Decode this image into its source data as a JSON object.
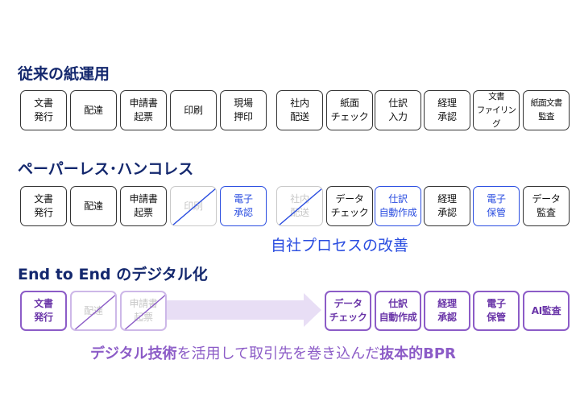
{
  "sections": [
    {
      "title": "従来の紙運用",
      "steps": [
        {
          "label": "文書\n発行"
        },
        {
          "label": "配達"
        },
        {
          "label": "申請書\n起票"
        },
        {
          "label": "印刷"
        },
        {
          "label": "現場\n押印"
        },
        {
          "label": "社内\n配送"
        },
        {
          "label": "紙面\nチェック"
        },
        {
          "label": "仕訳\n入力"
        },
        {
          "label": "経理\n承認"
        },
        {
          "label": "文書\nファイリング"
        },
        {
          "label": "紙面文書\n監査"
        }
      ]
    },
    {
      "title": "ペーパーレス･ハンコレス",
      "steps": [
        {
          "label": "文書\n発行"
        },
        {
          "label": "配達"
        },
        {
          "label": "申請書\n起票"
        },
        {
          "label": "印刷"
        },
        {
          "label": "電子\n承認"
        },
        {
          "label": "社内\n配送"
        },
        {
          "label": "データ\nチェック"
        },
        {
          "label": "仕訳\n自動作成"
        },
        {
          "label": "経理\n承認"
        },
        {
          "label": "電子\n保管"
        },
        {
          "label": "データ\n監査"
        }
      ],
      "caption": "自社プロセスの改善"
    },
    {
      "title": "End to End のデジタル化",
      "steps": [
        {
          "label": "文書\n発行"
        },
        {
          "label": "配達"
        },
        {
          "label": "申請書\n起票"
        },
        {
          "label": "データ\nチェック"
        },
        {
          "label": "仕訳\n自動作成"
        },
        {
          "label": "経理\n承認"
        },
        {
          "label": "電子\n保管"
        },
        {
          "label": "AI監査"
        }
      ],
      "caption": {
        "part1": "デジタル技術",
        "part2": "を活用して取引先を巻き込んだ",
        "part3": "抜本的BPR"
      }
    }
  ],
  "colors": {
    "title": "#14286e",
    "digital_blue": "#2a4de0",
    "e2e_purple": "#8c5cc7",
    "removed_gray": "#c8c8c8"
  }
}
